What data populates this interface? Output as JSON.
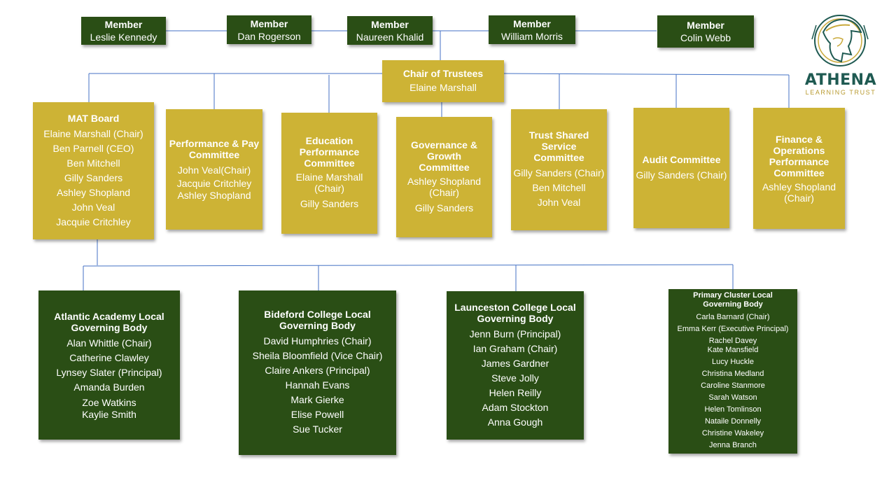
{
  "logo": {
    "brand": "ATHENA",
    "tagline": "LEARNING TRUST"
  },
  "members": [
    {
      "title": "Member",
      "name": "Leslie Kennedy"
    },
    {
      "title": "Member",
      "name": "Dan Rogerson"
    },
    {
      "title": "Member",
      "name": "Naureen Khalid"
    },
    {
      "title": "Member",
      "name": "William Morris"
    },
    {
      "title": "Member",
      "name": "Colin Webb"
    }
  ],
  "chair": {
    "title": "Chair of Trustees",
    "name": "Elaine Marshall"
  },
  "committees": [
    {
      "title": [
        "MAT Board"
      ],
      "members": [
        "Elaine Marshall (Chair)",
        "Ben Parnell (CEO)",
        "Ben Mitchell",
        "Gilly Sanders",
        "Ashley Shopland",
        "John Veal",
        "Jacquie Critchley"
      ]
    },
    {
      "title": [
        "Performance & Pay",
        "Committee"
      ],
      "members": [
        "John Veal(Chair)",
        "Jacquie Critchley",
        "Ashley Shopland"
      ]
    },
    {
      "title": [
        "Education",
        "Performance",
        "Committee"
      ],
      "members": [
        "Elaine Marshall",
        "(Chair)",
        "Gilly Sanders"
      ]
    },
    {
      "title": [
        "Governance &",
        "Growth",
        "Committee"
      ],
      "members": [
        "Ashley Shopland",
        "(Chair)",
        "Gilly Sanders"
      ]
    },
    {
      "title": [
        "Trust Shared",
        "Service",
        "Committee"
      ],
      "members": [
        "Gilly Sanders (Chair)",
        "Ben Mitchell",
        "John Veal"
      ]
    },
    {
      "title": [
        "Audit Committee"
      ],
      "members": [
        "Gilly Sanders (Chair)"
      ]
    },
    {
      "title": [
        "Finance &",
        "Operations",
        "Performance",
        "Committee"
      ],
      "members": [
        "Ashley Shopland",
        "(Chair)"
      ]
    }
  ],
  "governing_bodies": [
    {
      "title": [
        "Atlantic Academy Local",
        "Governing Body"
      ],
      "members": [
        "Alan Whittle (Chair)",
        "Catherine Clawley",
        "Lynsey Slater (Principal)",
        "Amanda Burden",
        "Zoe Watkins",
        "Kaylie Smith"
      ]
    },
    {
      "title": [
        "Bideford College Local",
        "Governing Body"
      ],
      "members": [
        "David Humphries (Chair)",
        "Sheila Bloomfield (Vice Chair)",
        "Claire Ankers (Principal)",
        "Hannah Evans",
        "Mark Gierke",
        "Elise Powell",
        "Sue Tucker"
      ]
    },
    {
      "title": [
        "Launceston College Local",
        "Governing Body"
      ],
      "members": [
        "Jenn Burn (Principal)",
        "Ian Graham (Chair)",
        "James Gardner",
        "Steve Jolly",
        "Helen Reilly",
        "Adam Stockton",
        "Anna Gough"
      ]
    },
    {
      "title": [
        "Primary Cluster Local",
        "Governing Body"
      ],
      "members": [
        "Carla Barnard (Chair)",
        "Emma Kerr (Executive Principal)",
        "Rachel Davey",
        "Kate Mansfield",
        "Lucy Huckle",
        "Christina Medland",
        "Caroline Stanmore",
        "Sarah Watson",
        "Helen Tomlinson",
        "Nataile Donnelly",
        "Christine Wakeley",
        "Jenna Branch"
      ]
    }
  ],
  "colors": {
    "green": "#2a4e15",
    "gold": "#cdb335",
    "connector": "#4472c4"
  }
}
